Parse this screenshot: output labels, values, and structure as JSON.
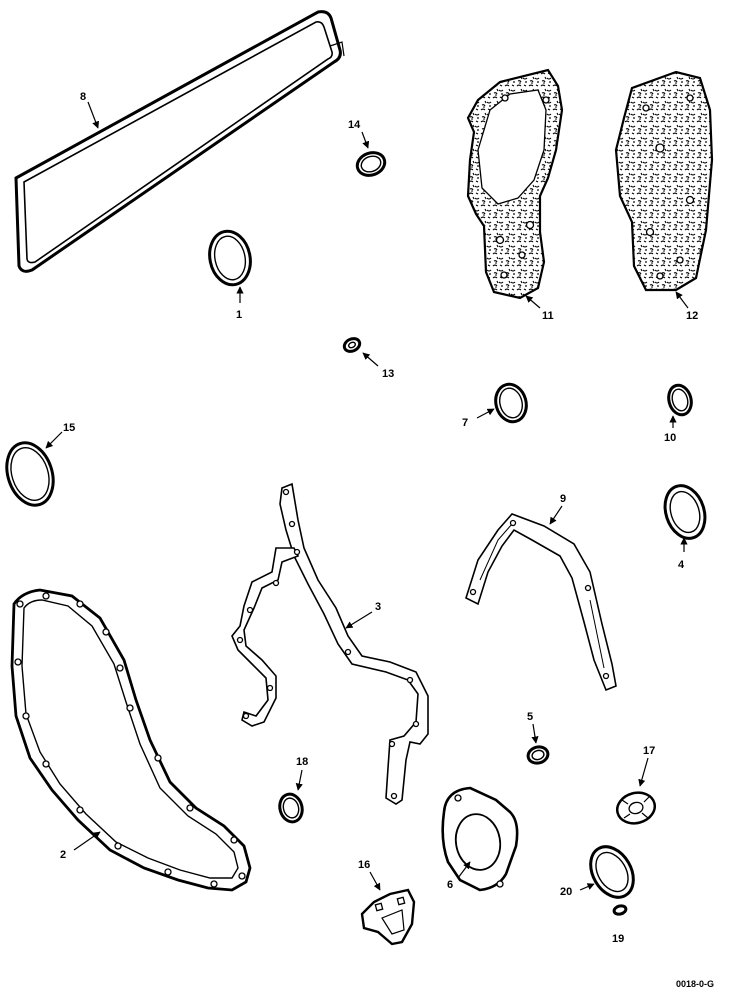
{
  "figure_code": "0018-0-G",
  "callouts": {
    "c1": "1",
    "c2": "2",
    "c3": "3",
    "c4": "4",
    "c5": "5",
    "c6": "6",
    "c7": "7",
    "c8": "8",
    "c9": "9",
    "c10": "10",
    "c11": "11",
    "c12": "12",
    "c13": "13",
    "c14": "14",
    "c15": "15",
    "c16": "16",
    "c17": "17",
    "c18": "18",
    "c19": "19",
    "c20": "20"
  }
}
